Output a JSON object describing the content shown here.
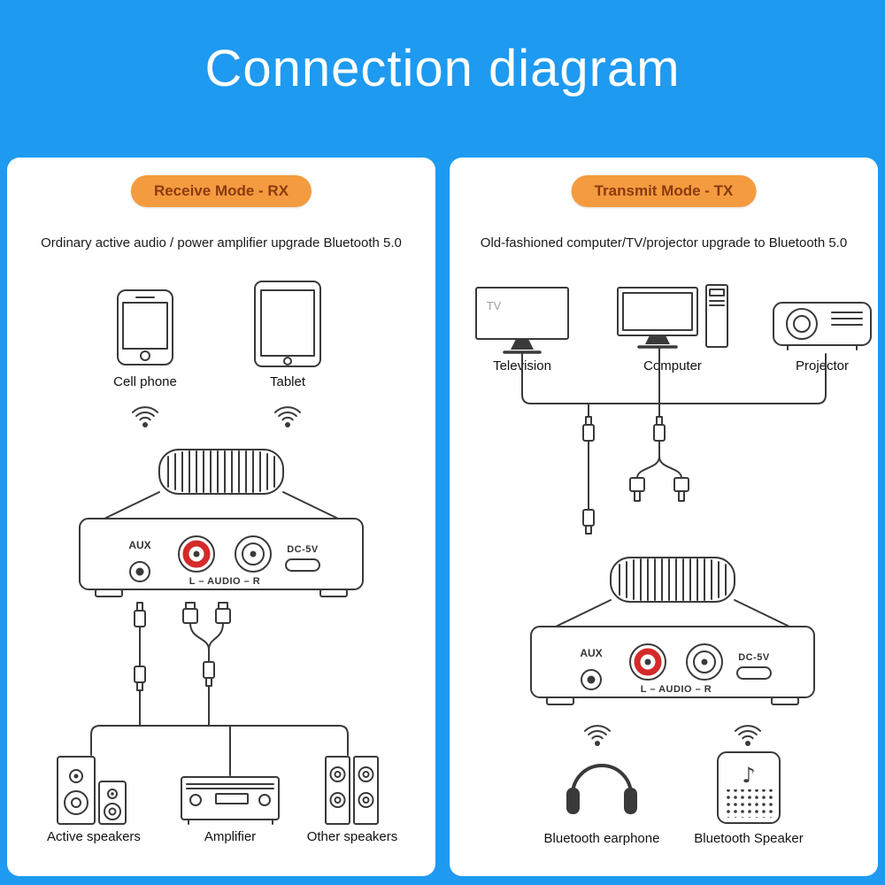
{
  "page": {
    "title": "Connection diagram",
    "colors": {
      "background": "#1e9af0",
      "panel": "#ffffff",
      "badge": "#f59b3f",
      "badge_text": "#8a3a10",
      "line_art": "#3a3a3a",
      "rca_red": "#d42a2a"
    }
  },
  "receive_panel": {
    "badge": "Receive Mode - RX",
    "subtitle": "Ordinary active audio / power amplifier upgrade Bluetooth 5.0",
    "sources": [
      {
        "label": "Cell phone"
      },
      {
        "label": "Tablet"
      }
    ],
    "device": {
      "aux": "AUX",
      "audio": "L – AUDIO – R",
      "power": "DC-5V"
    },
    "outputs": [
      {
        "label": "Active speakers"
      },
      {
        "label": "Amplifier"
      },
      {
        "label": "Other speakers"
      }
    ]
  },
  "transmit_panel": {
    "badge": "Transmit Mode - TX",
    "subtitle": "Old-fashioned computer/TV/projector upgrade to Bluetooth 5.0",
    "tv_screen_text": "TV",
    "music_note_icon": "♪",
    "sources": [
      {
        "label": "Television"
      },
      {
        "label": "Computer"
      },
      {
        "label": "Projector"
      }
    ],
    "device": {
      "aux": "AUX",
      "audio": "L – AUDIO – R",
      "power": "DC-5V"
    },
    "outputs": [
      {
        "label": "Bluetooth earphone"
      },
      {
        "label": "Bluetooth Speaker"
      }
    ]
  }
}
